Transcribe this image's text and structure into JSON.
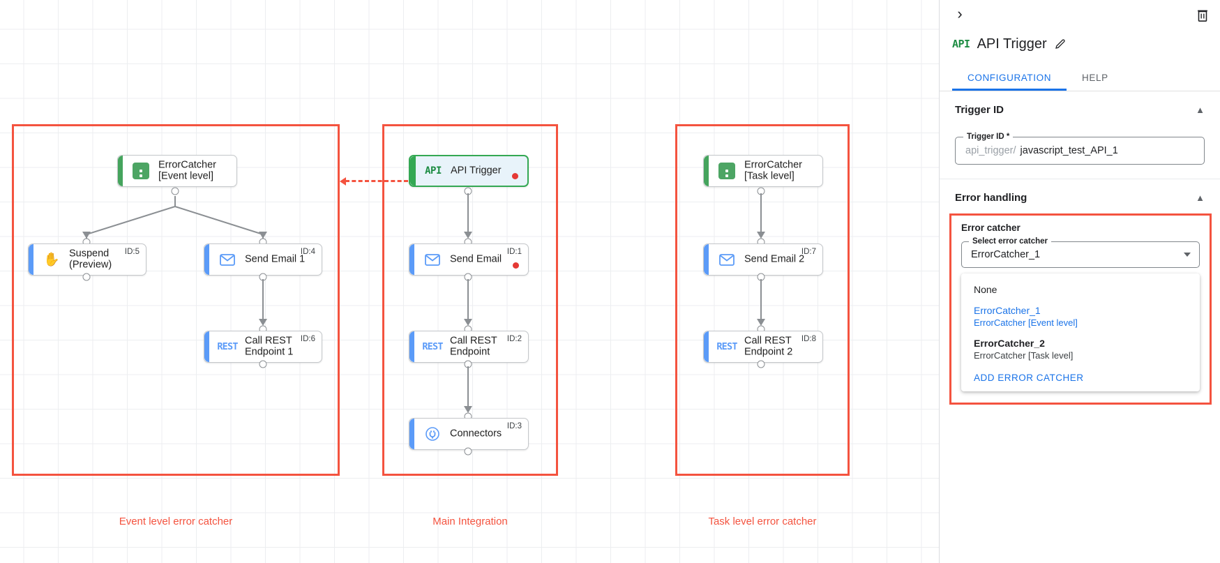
{
  "canvas": {
    "groups": [
      {
        "label": "Event level error catcher"
      },
      {
        "label": "Main Integration"
      },
      {
        "label": "Task level error catcher"
      }
    ],
    "nodes": [
      {
        "id": "errorcatcher-event",
        "label": "ErrorCatcher\n[Event level]",
        "icon": "error-catcher-icon",
        "id_badge": "",
        "accent": "green",
        "has_error_dot": false,
        "selected": false
      },
      {
        "id": "suspend-preview",
        "label": "Suspend\n(Preview)",
        "icon": "hand-icon",
        "id_badge": "ID:5",
        "accent": "blue",
        "has_error_dot": false,
        "selected": false
      },
      {
        "id": "send-email-1",
        "label": "Send Email 1",
        "icon": "mail-icon",
        "id_badge": "ID:4",
        "accent": "blue",
        "has_error_dot": false,
        "selected": false
      },
      {
        "id": "call-rest-1",
        "label": "Call REST\nEndpoint 1",
        "icon": "rest-icon",
        "id_badge": "ID:6",
        "accent": "blue",
        "has_error_dot": false,
        "selected": false
      },
      {
        "id": "api-trigger",
        "label": "API Trigger",
        "icon": "api-icon",
        "id_badge": "",
        "accent": "green",
        "has_error_dot": true,
        "selected": true
      },
      {
        "id": "send-email",
        "label": "Send Email",
        "icon": "mail-icon",
        "id_badge": "ID:1",
        "accent": "blue",
        "has_error_dot": true,
        "selected": false
      },
      {
        "id": "call-rest",
        "label": "Call REST\nEndpoint",
        "icon": "rest-icon",
        "id_badge": "ID:2",
        "accent": "blue",
        "has_error_dot": false,
        "selected": false
      },
      {
        "id": "connectors",
        "label": "Connectors",
        "icon": "connectors-icon",
        "id_badge": "ID:3",
        "accent": "blue",
        "has_error_dot": false,
        "selected": false
      },
      {
        "id": "errorcatcher-task",
        "label": "ErrorCatcher\n[Task level]",
        "icon": "error-catcher-icon",
        "id_badge": "",
        "accent": "green",
        "has_error_dot": false,
        "selected": false
      },
      {
        "id": "send-email-2",
        "label": "Send Email 2",
        "icon": "mail-icon",
        "id_badge": "ID:7",
        "accent": "blue",
        "has_error_dot": false,
        "selected": false
      },
      {
        "id": "call-rest-2",
        "label": "Call REST\nEndpoint 2",
        "icon": "rest-icon",
        "id_badge": "ID:8",
        "accent": "blue",
        "has_error_dot": false,
        "selected": false
      }
    ]
  },
  "panel": {
    "collapse_icon": "chevron-right-icon",
    "delete_icon": "trash-icon",
    "title_icon": "api-icon",
    "title": "API Trigger",
    "edit_icon": "pencil-icon",
    "tabs": [
      {
        "label": "CONFIGURATION",
        "active": true
      },
      {
        "label": "HELP",
        "active": false
      }
    ],
    "trigger_id_section": {
      "heading": "Trigger ID",
      "collapse_icon": "chevron-up-icon",
      "field_label": "Trigger ID *",
      "prefix": "api_trigger/",
      "value": "javascript_test_API_1",
      "placeholder": "javascript_test_API_1"
    },
    "error_handling_section": {
      "heading": "Error handling",
      "collapse_icon": "chevron-up-icon",
      "caption": "Error catcher",
      "select_label": "Select error catcher",
      "selected_value": "ErrorCatcher_1",
      "options": [
        {
          "primary": "None",
          "secondary": "",
          "selected": false
        },
        {
          "primary": "ErrorCatcher_1",
          "secondary": "ErrorCatcher [Event level]",
          "selected": true
        },
        {
          "primary": "ErrorCatcher_2",
          "secondary": "ErrorCatcher [Task level]",
          "selected": false
        }
      ],
      "add_action": "ADD ERROR CATCHER"
    }
  },
  "colors": {
    "accent_blue": "#1a73e8",
    "error_red": "#f4533f",
    "node_blue": "#5b9bf8",
    "node_green": "#45a45d",
    "status_dot": "#e53935"
  }
}
